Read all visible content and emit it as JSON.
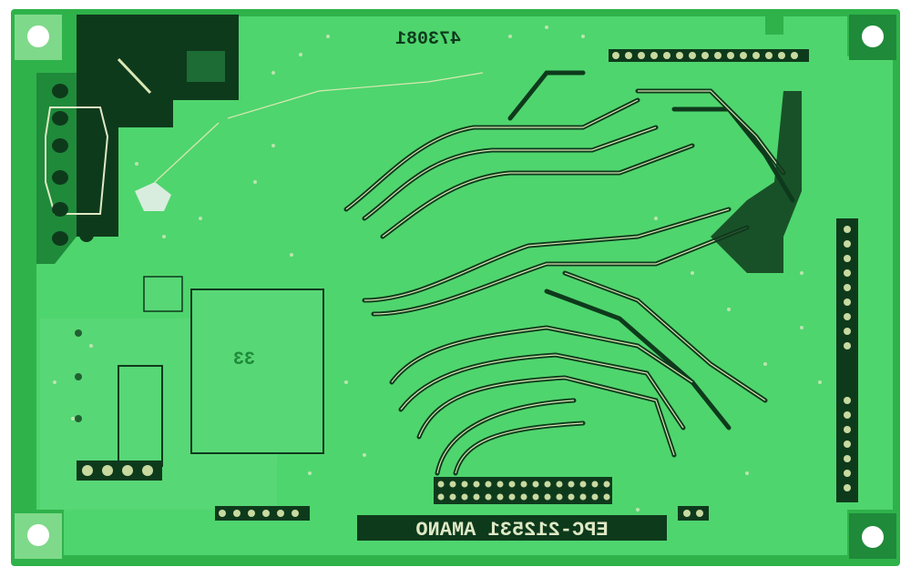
{
  "board": {
    "part_number": "EPC-212531 AMANO",
    "serial_mirrored": "473081",
    "mark_mirrored": "33",
    "colors": {
      "background": "#ffffff",
      "substrate": "#2fb24a",
      "soldermask": "#4fd56e",
      "copper_pour": "#0e3a1c",
      "trace": "#d9e8b3",
      "pad": "#c8d9a0",
      "hole": "#ffffff",
      "silkscreen": "#dfe9c5"
    }
  }
}
